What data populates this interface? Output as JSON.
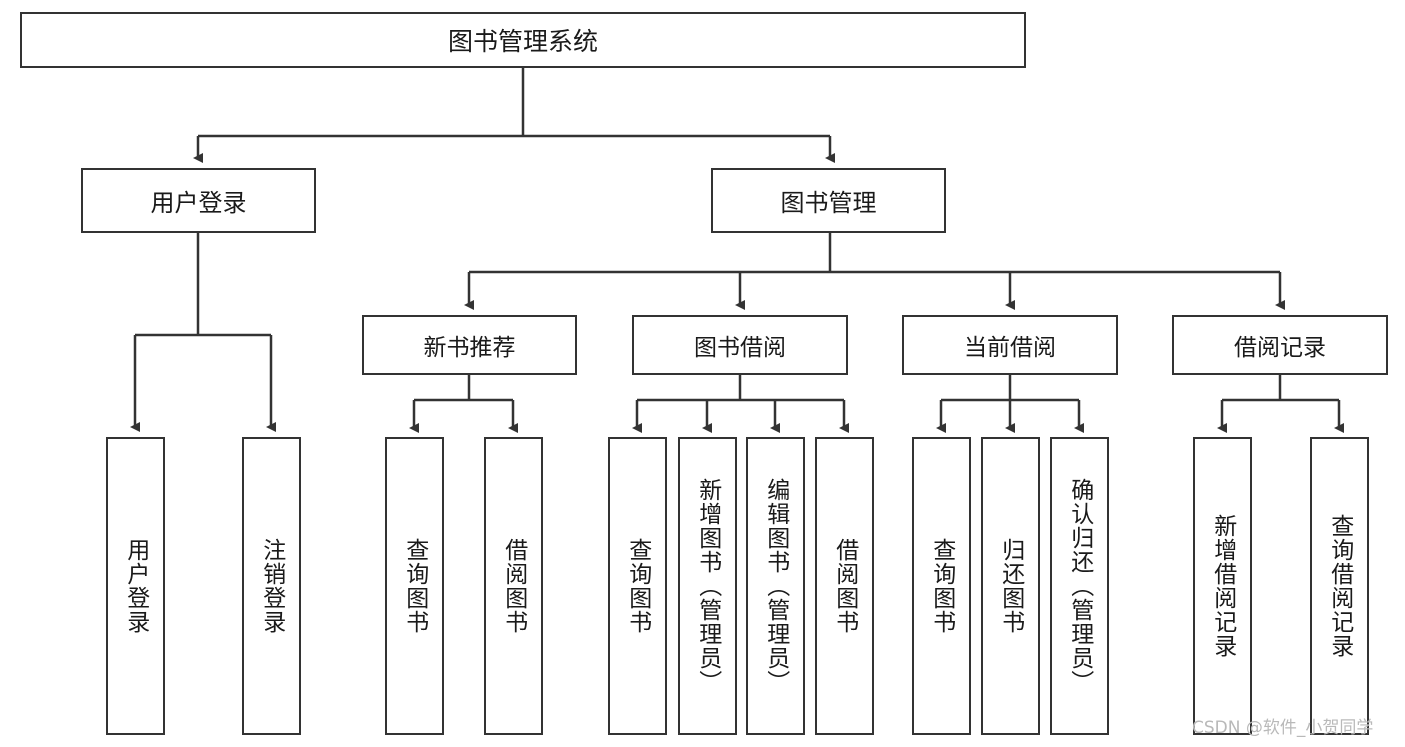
{
  "diagram": {
    "title": "图书管理系统",
    "type": "tree-hierarchy",
    "watermark": "CSDN @软件_小贺同学",
    "colors": {
      "box_border": "#333333",
      "box_fill": "#ffffff",
      "edge": "#333333",
      "text": "#1a1a1a",
      "watermark": "#b9b9b9",
      "background": "#ffffff"
    },
    "root": {
      "label": "图书管理系统"
    },
    "level2": [
      {
        "label": "用户登录"
      },
      {
        "label": "图书管理"
      }
    ],
    "level3": [
      {
        "label": "新书推荐"
      },
      {
        "label": "图书借阅"
      },
      {
        "label": "当前借阅"
      },
      {
        "label": "借阅记录"
      }
    ],
    "leaves": {
      "user_login": [
        {
          "label": "用户登录"
        },
        {
          "label": "注销登录"
        }
      ],
      "new_book_recommend": [
        {
          "label": "查询图书"
        },
        {
          "label": "借阅图书"
        }
      ],
      "book_borrow": [
        {
          "label": "查询图书"
        },
        {
          "label": "新增图书（管理员）"
        },
        {
          "label": "编辑图书（管理员）"
        },
        {
          "label": "借阅图书"
        }
      ],
      "current_borrow": [
        {
          "label": "查询图书"
        },
        {
          "label": "归还图书"
        },
        {
          "label": "确认归还（管理员）"
        }
      ],
      "borrow_record": [
        {
          "label": "新增借阅记录"
        },
        {
          "label": "查询借阅记录"
        }
      ]
    }
  }
}
